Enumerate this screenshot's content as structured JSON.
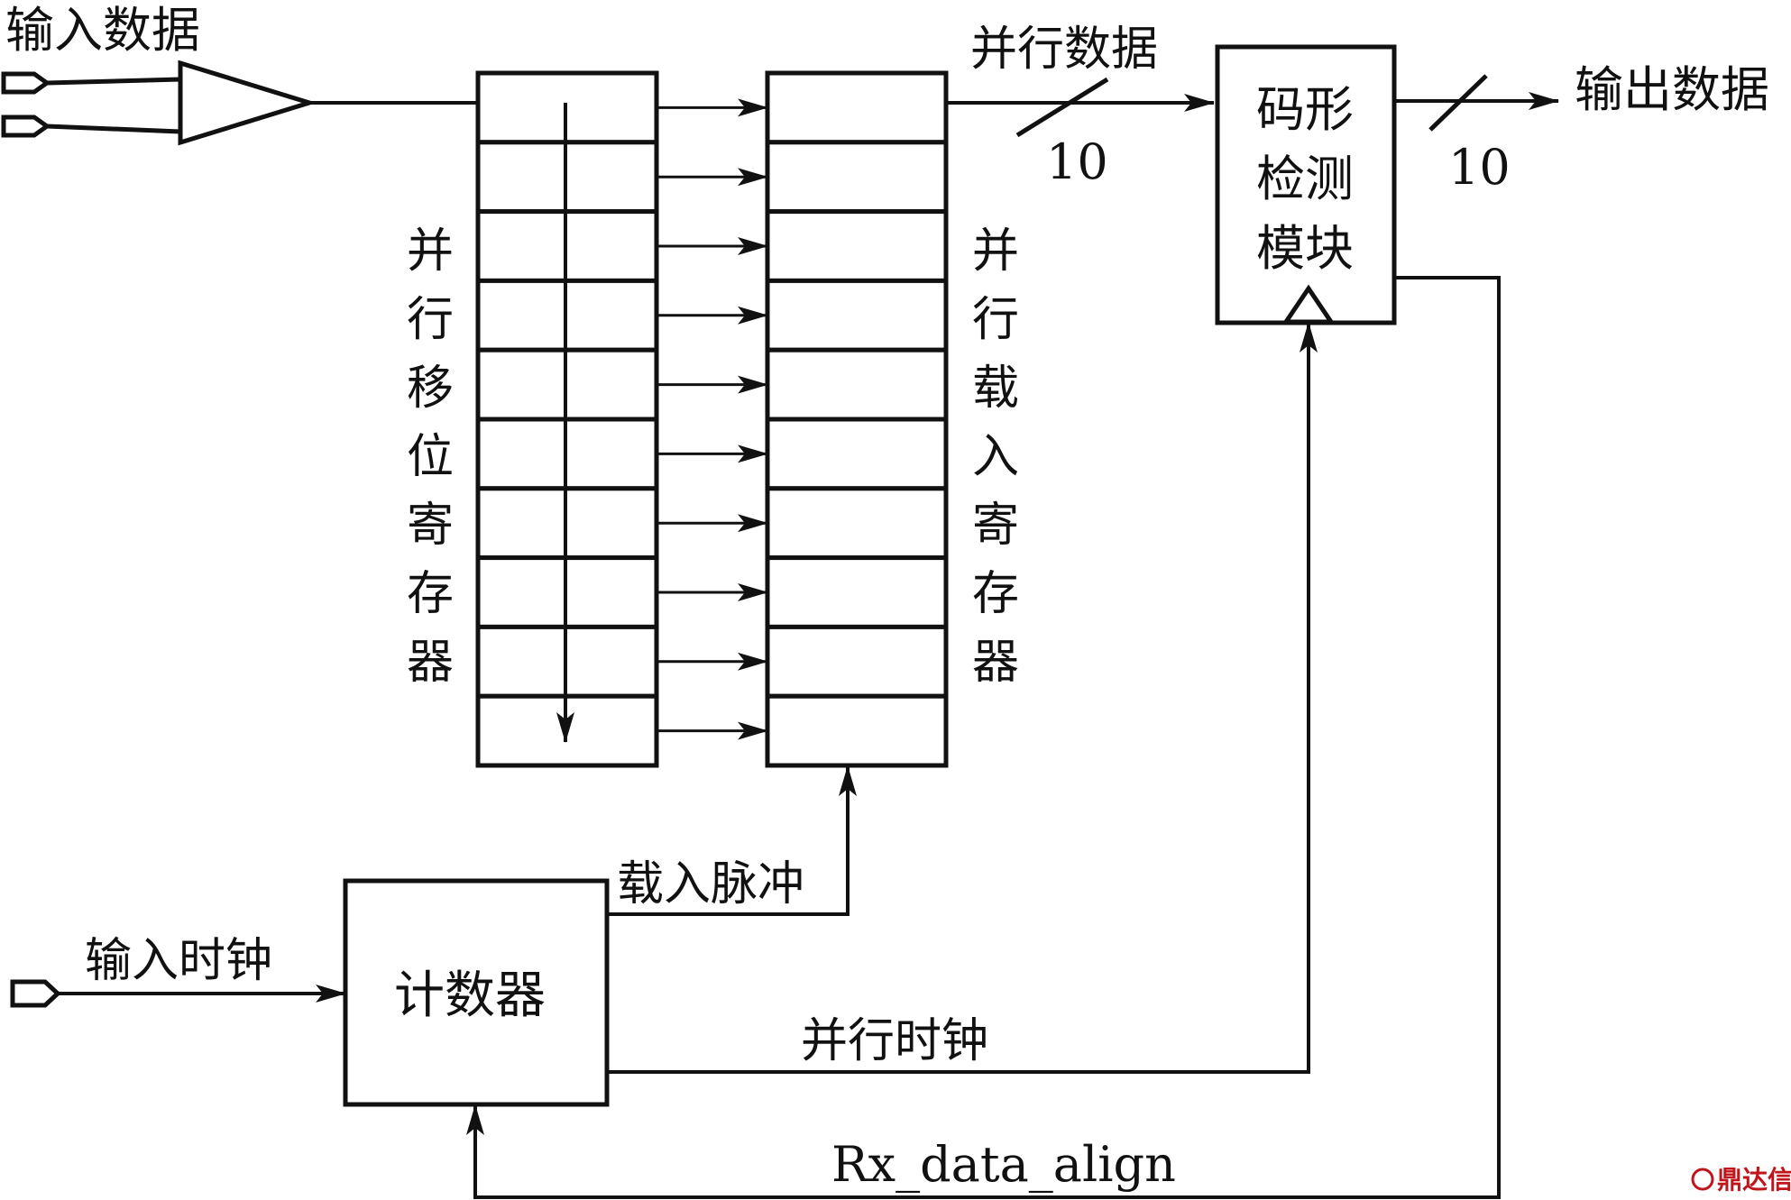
{
  "labels": {
    "input_data": "输入数据",
    "parallel_data": "并行数据",
    "bus_width_in": "10",
    "detect_line1": "码形",
    "detect_line2": "检测",
    "detect_line3": "模块",
    "output_data": "输出数据",
    "bus_width_out": "10",
    "shift_register": [
      "并",
      "行",
      "移",
      "位",
      "寄",
      "存",
      "器"
    ],
    "load_register": [
      "并",
      "行",
      "载",
      "入",
      "寄",
      "存",
      "器"
    ],
    "load_pulse": "载入脉冲",
    "input_clock": "输入时钟",
    "counter": "计数器",
    "parallel_clock": "并行时钟",
    "align_signal": "Rx_data_align"
  },
  "register_cells": 10,
  "watermark": "鼎达信"
}
